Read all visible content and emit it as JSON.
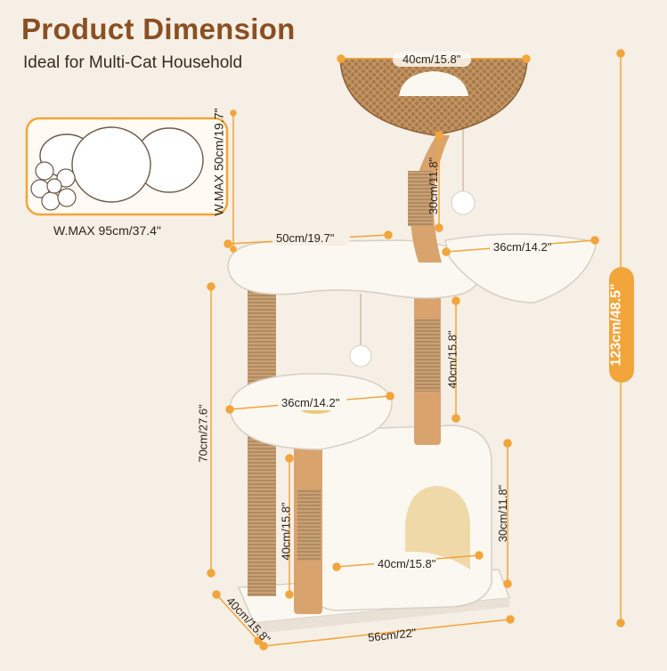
{
  "header": {
    "title": "Product Dimension",
    "subtitle": "Ideal for Multi-Cat Household"
  },
  "footprint": {
    "width_label": "W.MAX 95cm/37.4\"",
    "depth_label": "W.MAX 50cm/19.7\""
  },
  "dimensions": {
    "top_basket": "40cm/15.8\"",
    "top_post": "30cm/11.8\"",
    "upper_platform": "50cm/19.7\"",
    "hammock": "36cm/14.2\"",
    "middle_post": "40cm/15.8\"",
    "left_post": "70cm/27.6\"",
    "lower_perch": "36cm/14.2\"",
    "condo_height": "30cm/11.8\"",
    "lower_post": "40cm/15.8\"",
    "condo_width": "40cm/15.8\"",
    "base_depth": "40cm/15.8\"",
    "base_width": "56cm/22\"",
    "total_height": "123cm/48.5\""
  },
  "colors": {
    "background": "#f6efe6",
    "accent": "#f2a53a",
    "title": "#8a4f22",
    "plush": "#fbf8f2",
    "wood": "#d9a36e",
    "sisal": "#b78d62",
    "rattan": "#a87a4b"
  }
}
